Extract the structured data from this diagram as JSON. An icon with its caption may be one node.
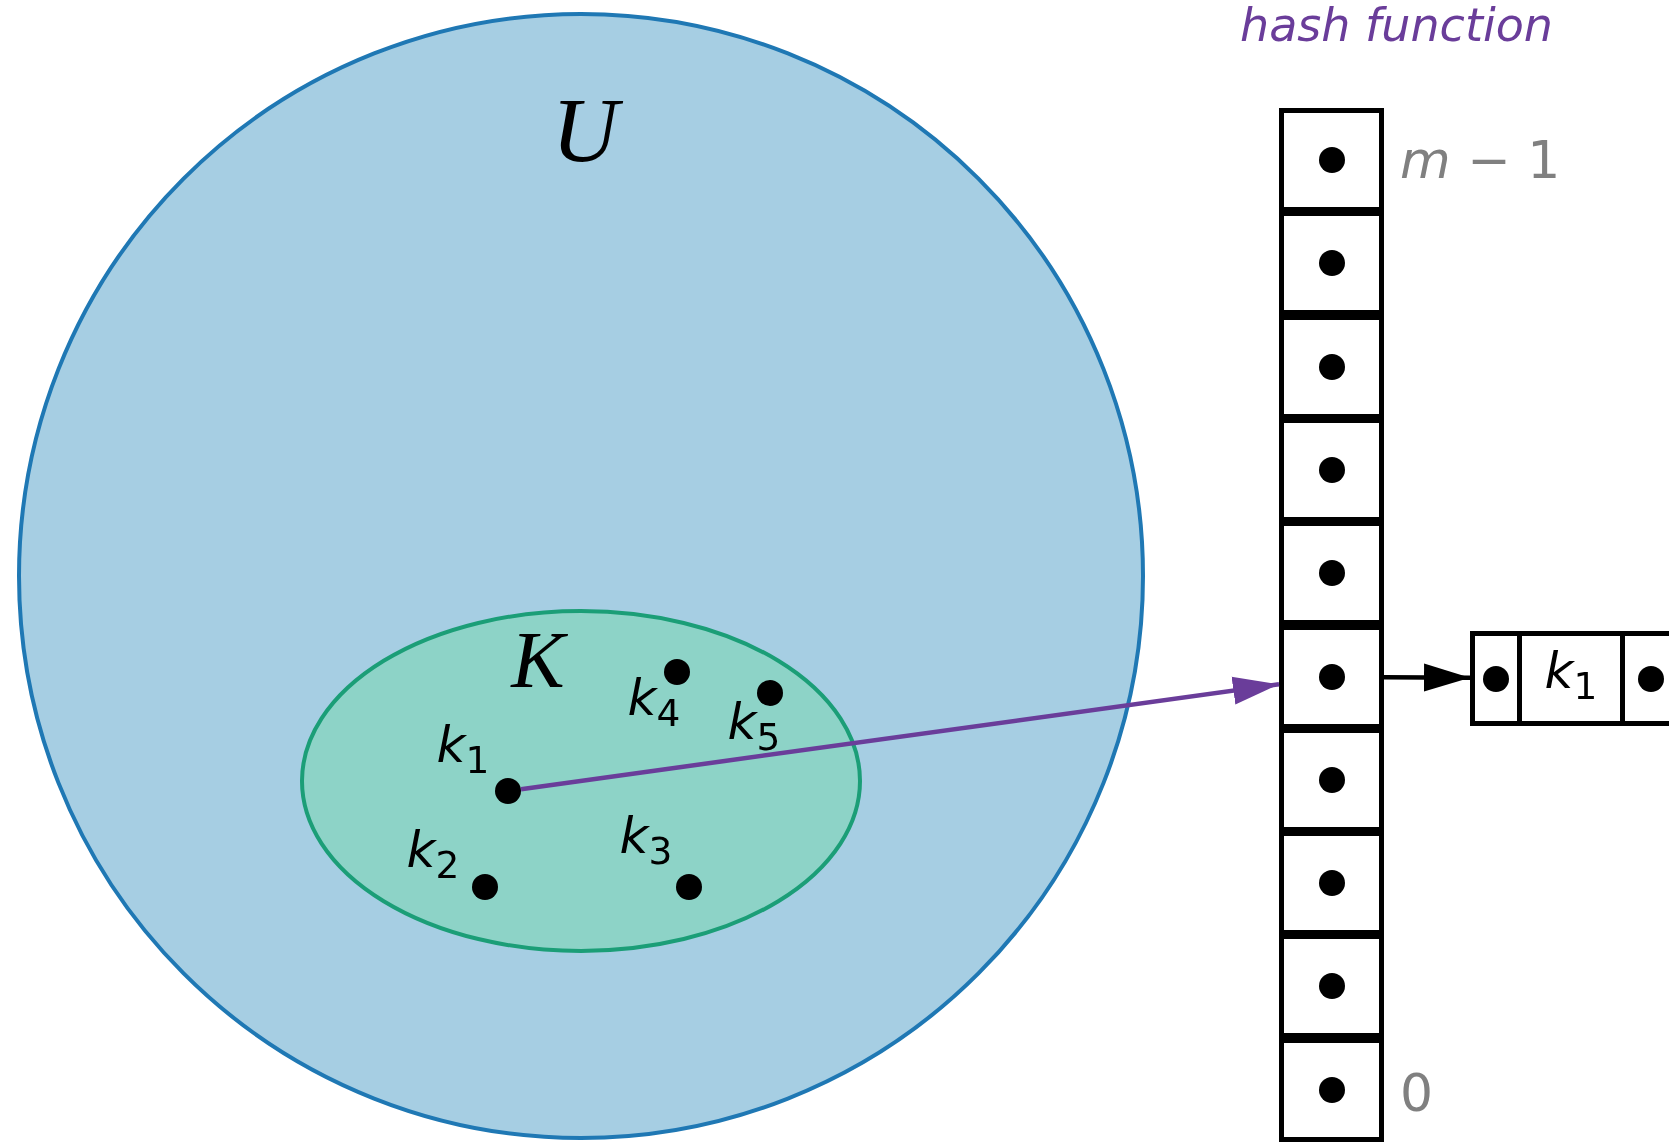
{
  "diagram": {
    "nodes": [
      {
        "text": [
          "U"
        ]
      },
      {
        "text": [
          "K"
        ],
        "in": 0
      },
      {
        "text": [],
        "shape": "circle",
        "beside": [
          "*k*$_{1}$"
        ],
        "in": 1
      },
      {
        "text": [],
        "shape": "circle",
        "beside": [
          "*k*$_{2}$"
        ],
        "in": 1
      },
      {
        "text": [],
        "shape": "circle",
        "beside": [
          "*k*$_{3}$"
        ],
        "in": 1
      },
      {
        "text": [],
        "shape": "circle",
        "beside": [
          "*k*$_{4}$"
        ],
        "in": 1
      },
      {
        "text": [],
        "shape": "circle",
        "beside": [
          "*k*$_{5}$"
        ],
        "in": 1
      },
      {
        "text": [],
        "shape": "box",
        "beside": [
          "*m* − 1"
        ]
      },
      {
        "text": [],
        "shape": "box"
      },
      {
        "text": [],
        "shape": "box"
      },
      {
        "text": [],
        "shape": "box"
      },
      {
        "text": [],
        "shape": "box"
      },
      {
        "text": [],
        "shape": "box"
      },
      {
        "text": [],
        "shape": "box"
      },
      {
        "text": [],
        "shape": "box"
      },
      {
        "text": [],
        "shape": "box"
      },
      {
        "text": [],
        "shape": "box",
        "beside": [
          "0"
        ]
      },
      {
        "text": [
          "*k*$_{1}$"
        ]
      }
    ],
    "edges": [
      {
        "from": 2,
        "to": 12,
        "arrow": "to",
        "color": "#6a3d9a"
      },
      {
        "from": 12,
        "to": 17,
        "arrow": "to",
        "color": "#000000"
      }
    ],
    "labels": [
      "hash function"
    ]
  }
}
